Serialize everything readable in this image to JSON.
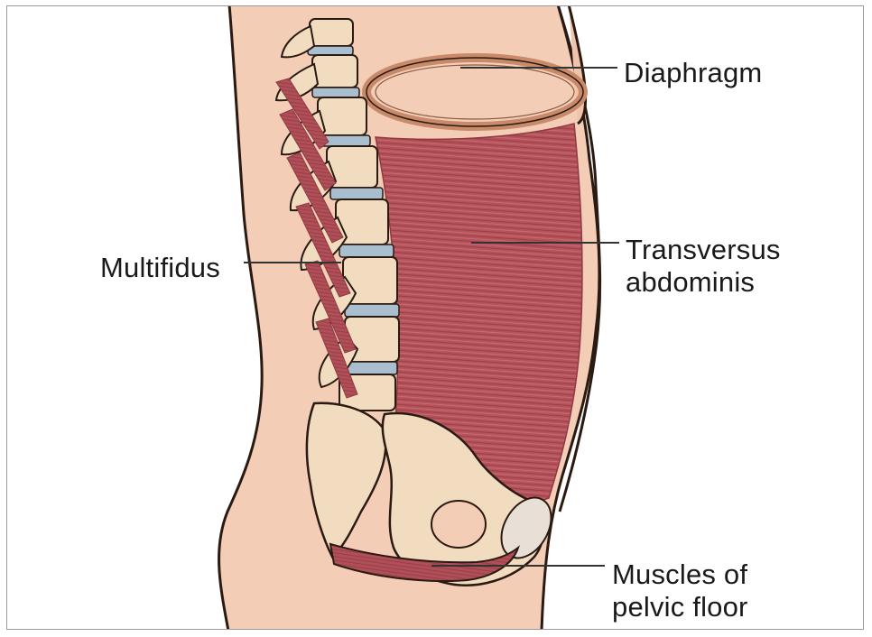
{
  "labels": {
    "diaphragm": "Diaphragm",
    "multifidus": "Multifidus",
    "transversus": [
      "Transversus",
      "abdominis"
    ],
    "pelvic_floor": [
      "Muscles of",
      "pelvic floor"
    ]
  },
  "colors": {
    "skin": "#f3cdb6",
    "skin_shadow": "#e8b59c",
    "muscle": "#b5525a",
    "muscle_dark": "#8f3a42",
    "bone": "#f1dcc0",
    "bone_shadow": "#e0c29b",
    "disc": "#a9bfcf",
    "outline": "#2a1a12",
    "leader": "#333333"
  }
}
